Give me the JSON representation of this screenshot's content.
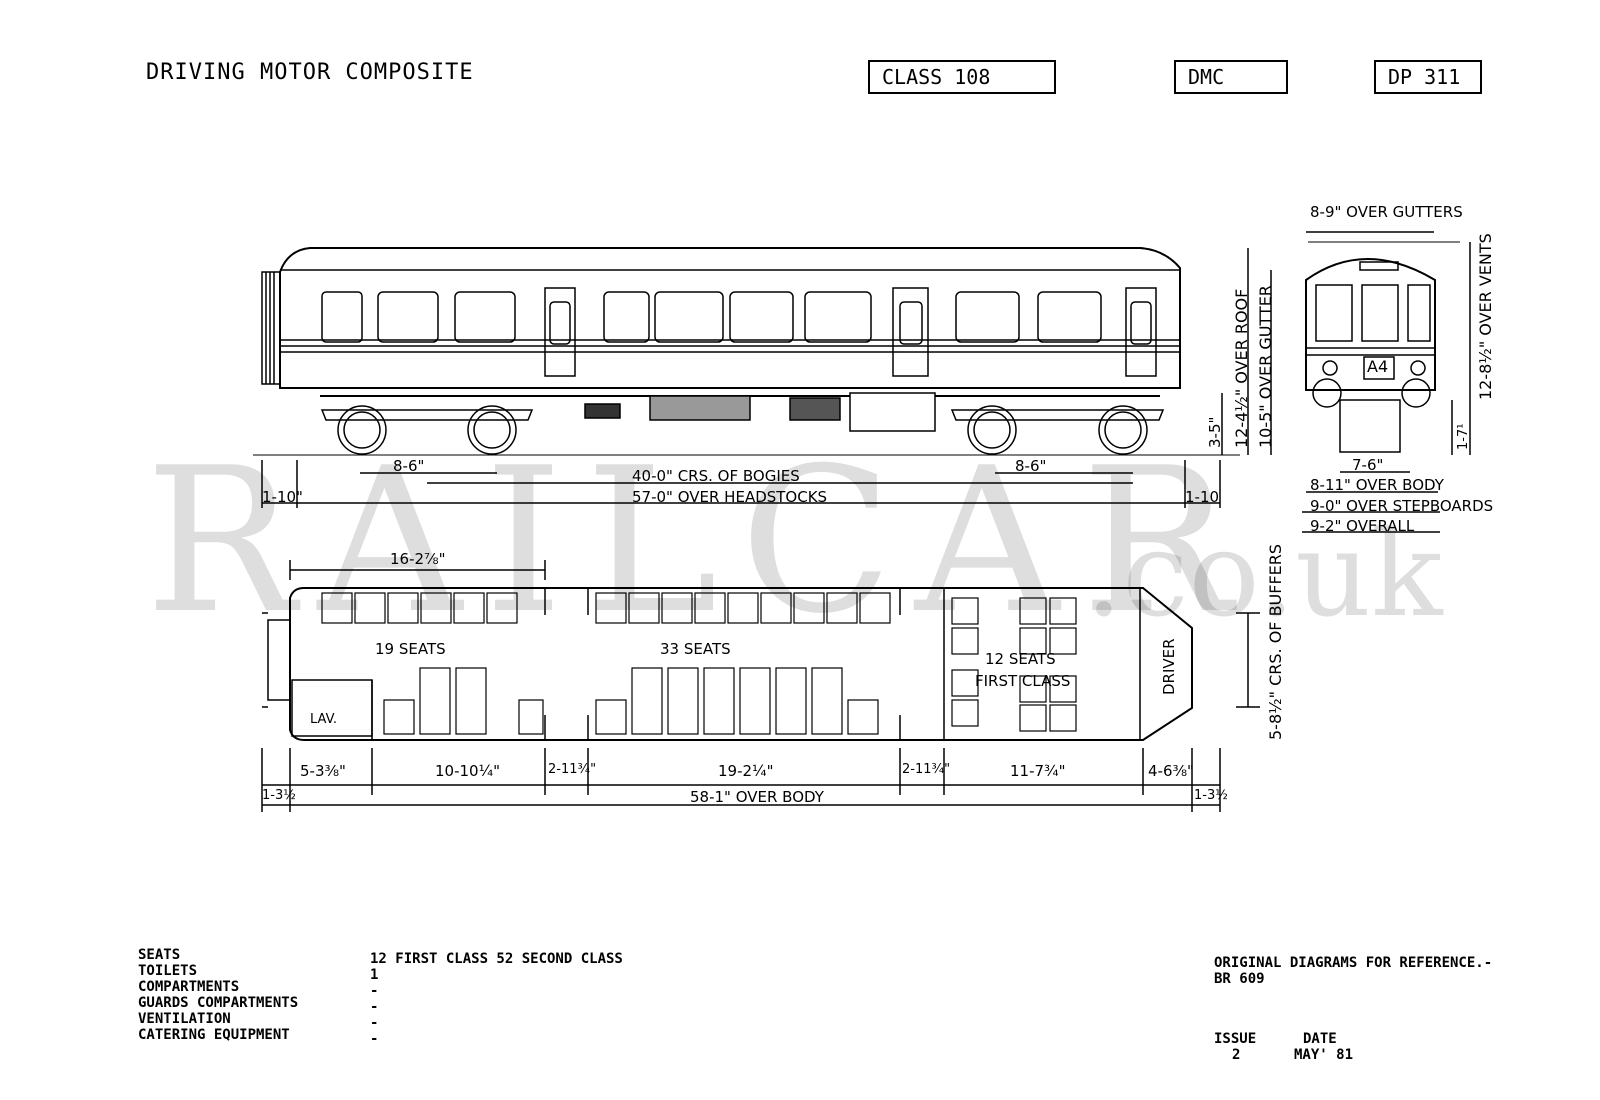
{
  "header": {
    "title": "DRIVING MOTOR COMPOSITE",
    "class_box": "CLASS 108",
    "type_box": "DMC",
    "diagram_box": "DP 311"
  },
  "watermark": {
    "main": "RAILCAR",
    "suffix": ".co.uk"
  },
  "side_elevation": {
    "dim_bogie_left": "8-6\"",
    "dim_bogie_right": "8-6\"",
    "dim_bogie_centres": "40-0\" CRS. OF BOGIES",
    "dim_headstocks": "57-0\" OVER HEADSTOCKS",
    "dim_overhang_left": "1-10\"",
    "dim_overhang_right": "1-10",
    "dim_height_buffer": "3-5\"",
    "dim_over_roof": "12-4½\" OVER ROOF",
    "dim_over_gutter": "10-5\" OVER GUTTER"
  },
  "end_elevation": {
    "over_gutters": "8-9\" OVER GUTTERS",
    "headcode": "A4",
    "over_vents": "12-8½\" OVER VENTS",
    "dim_lower": "1-7¹",
    "track_gauge": "7-6\"",
    "over_body": "8-11\" OVER BODY",
    "over_stepboards": "9-0\" OVER STEPBOARDS",
    "overall": "9-2\" OVERALL"
  },
  "plan": {
    "dim_top": "16-2⅞\"",
    "seats_a": "19 SEATS",
    "seats_b": "33 SEATS",
    "seats_c": "12 SEATS",
    "first_class": "FIRST CLASS",
    "driver": "DRIVER",
    "lav": "LAV.",
    "crs_buffers": "5-8½\" CRS. OF BUFFERS",
    "dims_bottom": [
      "5-3⅜\"",
      "10-10¼\"",
      "2-11¾\"",
      "19-2¼\"",
      "2-11¾\"",
      "11-7¾\"",
      "4-6⅜\""
    ],
    "dim_end_left": "1-3½",
    "dim_end_right": "1-3½",
    "over_body": "58-1\" OVER BODY"
  },
  "specs": {
    "labels": "SEATS\nTOILETS\nCOMPARTMENTS\nGUARDS COMPARTMENTS\nVENTILATION\nCATERING EQUIPMENT",
    "values": "12 FIRST CLASS 52 SECOND CLASS\n1\n-\n-\n-\n-"
  },
  "reference": {
    "note": "ORIGINAL DIAGRAMS FOR REFERENCE.-\nBR 609",
    "issue_label": "ISSUE",
    "issue_value": "2",
    "date_label": "DATE",
    "date_value": "MAY' 81"
  }
}
